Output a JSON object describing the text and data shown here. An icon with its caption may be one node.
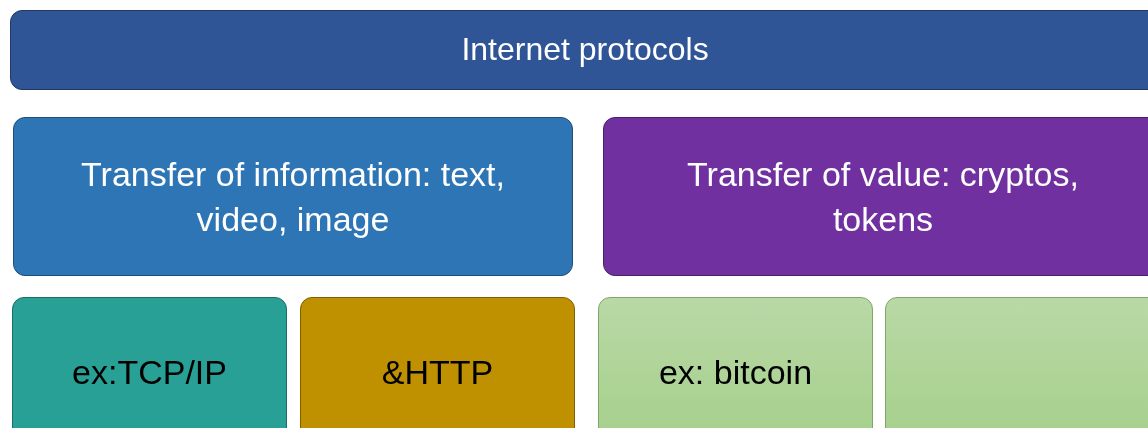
{
  "diagram": {
    "nodes": [
      {
        "text": [
          "Internet protocols"
        ]
      },
      {
        "text": [
          "Transfer of information: text, video, image"
        ]
      },
      {
        "text": [
          "Transfer of value: cryptos, tokens"
        ]
      },
      {
        "text": [
          "ex:TCP/IP"
        ]
      },
      {
        "text": [
          "&HTTP"
        ]
      },
      {
        "text": [
          "ex: bitcoin"
        ]
      },
      {
        "text": [],
        "shape": "box"
      }
    ]
  }
}
